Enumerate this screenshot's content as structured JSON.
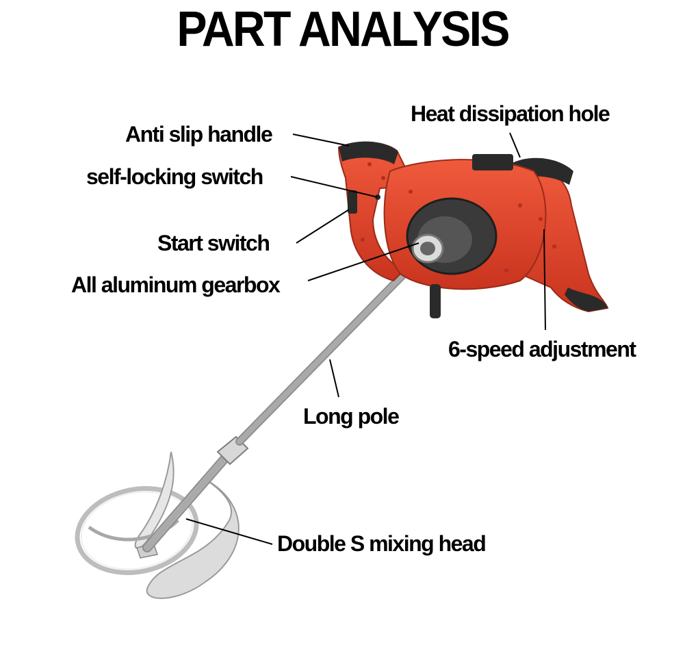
{
  "title": "PART ANALYSIS",
  "labels": {
    "heat_dissipation_hole": "Heat dissipation hole",
    "anti_slip_handle": "Anti slip handle",
    "self_locking_switch": "self-locking switch",
    "start_switch": "Start switch",
    "gearbox": "All aluminum gearbox",
    "speed_adjustment": "6-speed adjustment",
    "long_pole": "Long pole",
    "mixing_head": "Double S mixing head"
  },
  "colors": {
    "body_red": "#e8432b",
    "body_dark": "#2a2a2a",
    "metal": "#c9c9c9",
    "text": "#000000"
  }
}
